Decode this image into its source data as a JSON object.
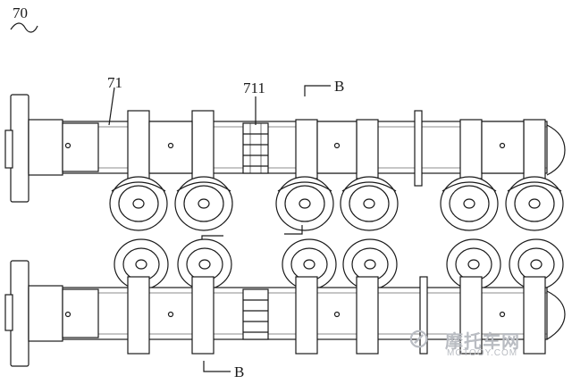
{
  "figure": {
    "number": "70",
    "labels": {
      "camshaft": "71",
      "segment": "711",
      "section_top": "B",
      "section_bottom": "B"
    },
    "watermark": {
      "main": "摩托车网",
      "sub": "MOTOOY.COM"
    }
  },
  "colors": {
    "line": "#1a1a1a",
    "watermark": "#b9bcc2"
  }
}
